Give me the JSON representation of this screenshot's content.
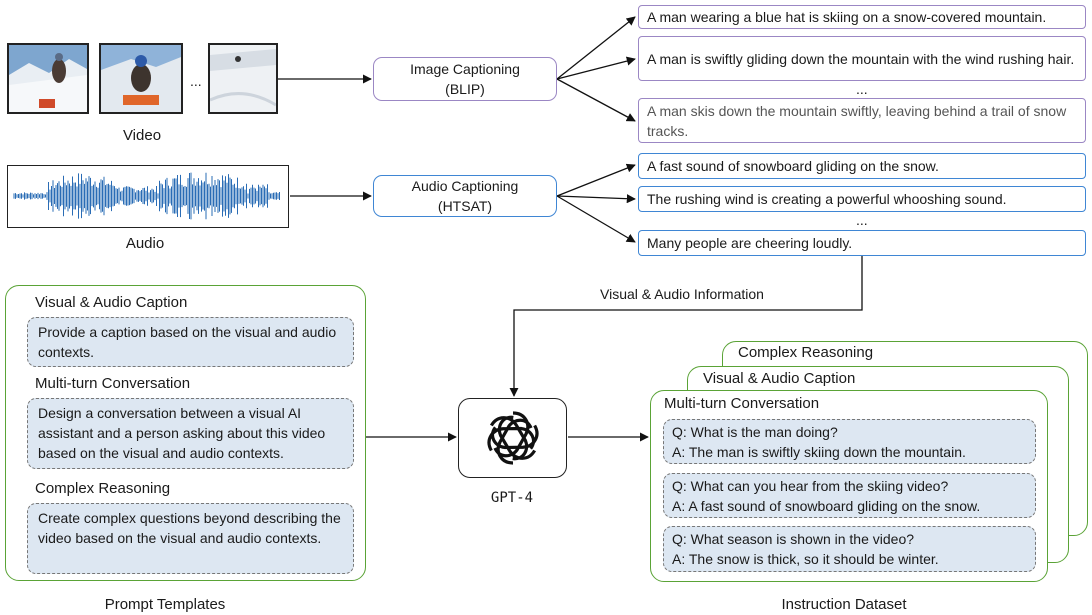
{
  "video_label": "Video",
  "audio_label": "Audio",
  "ellipsis": "...",
  "image_captioning": {
    "line1": "Image Captioning",
    "line2": "(BLIP)"
  },
  "audio_captioning": {
    "line1": "Audio Captioning",
    "line2": "(HTSAT)"
  },
  "image_captions": [
    "A man wearing a blue hat is skiing on a snow-covered mountain.",
    "A man is swiftly gliding down the mountain with the wind rushing hair.",
    "A man skis down the mountain swiftly, leaving behind a trail of snow tracks."
  ],
  "audio_captions": [
    "A fast sound of snowboard gliding on the snow.",
    "The rushing wind is creating a powerful whooshing sound.",
    "Many people are cheering loudly."
  ],
  "visual_audio_info": "Visual & Audio Information",
  "gpt_label": "GPT-4",
  "prompt_templates": {
    "label": "Prompt Templates",
    "items": [
      {
        "title": "Visual & Audio Caption",
        "text": "Provide a caption based on the visual and audio contexts."
      },
      {
        "title": "Multi-turn Conversation",
        "text": "Design a conversation between a visual AI assistant and a person asking about this video based on the visual and audio contexts."
      },
      {
        "title": "Complex Reasoning",
        "text": "Create complex questions beyond describing the video based on the visual and audio contexts."
      }
    ]
  },
  "instruction_dataset": {
    "label": "Instruction Dataset",
    "back_titles": [
      "Complex Reasoning",
      "Visual & Audio Caption"
    ],
    "front_title": "Multi-turn Conversation",
    "qa": [
      {
        "q": "Q: What is the man doing?",
        "a": "A: The man is swiftly skiing down the mountain."
      },
      {
        "q": "Q: What can you hear from the skiing video?",
        "a": "A: A fast sound of snowboard gliding on the snow."
      },
      {
        "q": "Q: What season is shown in the video?",
        "a": "A: The snow is thick, so it should be winter."
      }
    ]
  },
  "colors": {
    "purple": "#9b87c4",
    "blue": "#3f86d4",
    "green": "#5aa336",
    "bubble_fill": "#dde7f2",
    "wave": "#2a6cb5"
  }
}
